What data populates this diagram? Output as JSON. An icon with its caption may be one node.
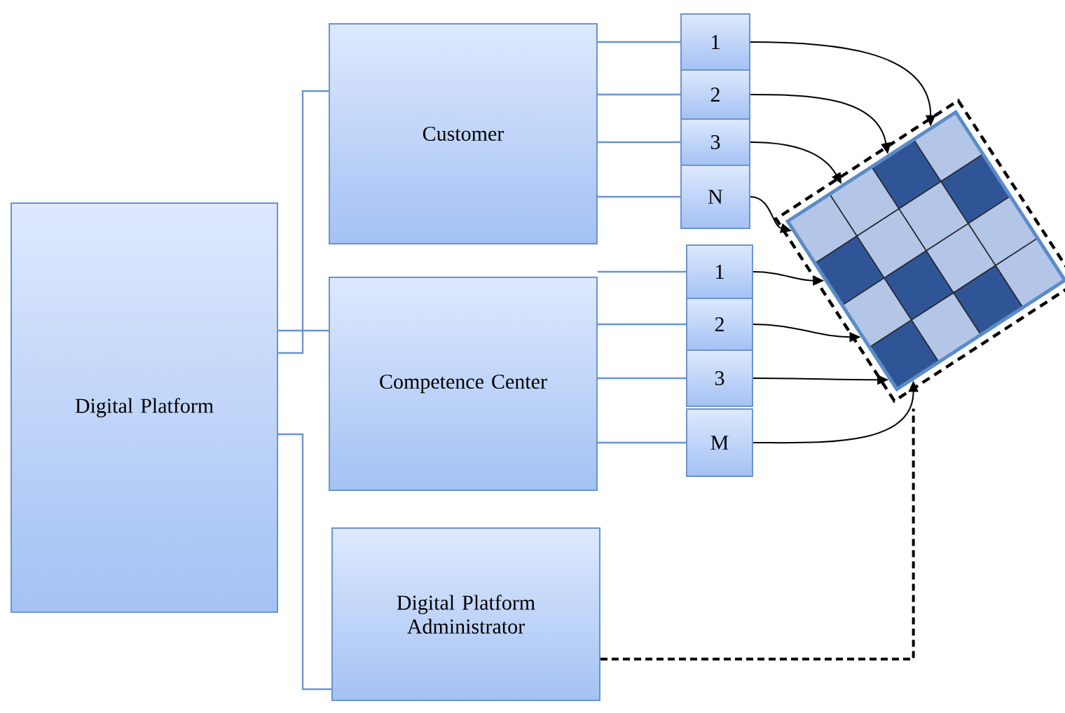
{
  "diagram": {
    "nodes": [
      {
        "text": [
          "Digital Platform"
        ]
      },
      {
        "text": [
          "Customer"
        ]
      },
      {
        "text": [
          "Competence Center"
        ]
      },
      {
        "text": [
          "Digital Platform Administrator"
        ]
      },
      {
        "text": [
          "1"
        ]
      },
      {
        "text": [
          "2"
        ]
      },
      {
        "text": [
          "3"
        ]
      },
      {
        "text": [
          "N"
        ]
      },
      {
        "text": [
          "1"
        ]
      },
      {
        "text": [
          "2"
        ]
      },
      {
        "text": [
          "3"
        ]
      },
      {
        "text": [
          "M"
        ]
      },
      {
        "text": [],
        "shape": "grid"
      }
    ],
    "edges": [
      {
        "from": 0,
        "to": 1,
        "arrow": "none"
      },
      {
        "from": 0,
        "to": 2,
        "arrow": "none"
      },
      {
        "from": 0,
        "to": 3,
        "arrow": "none"
      },
      {
        "from": 1,
        "to": 4,
        "arrow": "none"
      },
      {
        "from": 1,
        "to": 5,
        "arrow": "none"
      },
      {
        "from": 1,
        "to": 6,
        "arrow": "none"
      },
      {
        "from": 1,
        "to": 7,
        "arrow": "none"
      },
      {
        "from": 2,
        "to": 8,
        "arrow": "none"
      },
      {
        "from": 2,
        "to": 9,
        "arrow": "none"
      },
      {
        "from": 2,
        "to": 10,
        "arrow": "none"
      },
      {
        "from": 2,
        "to": 11,
        "arrow": "none"
      },
      {
        "from": 4,
        "to": 12,
        "arrow": "to",
        "color": "#000000"
      },
      {
        "from": 5,
        "to": 12,
        "arrow": "to",
        "color": "#000000"
      },
      {
        "from": 6,
        "to": 12,
        "arrow": "to",
        "color": "#000000"
      },
      {
        "from": 7,
        "to": 12,
        "arrow": "to",
        "color": "#000000"
      },
      {
        "from": 8,
        "to": 12,
        "arrow": "to",
        "color": "#000000"
      },
      {
        "from": 9,
        "to": 12,
        "arrow": "to",
        "color": "#000000"
      },
      {
        "from": 10,
        "to": 12,
        "arrow": "to",
        "color": "#000000"
      },
      {
        "from": 11,
        "to": 12,
        "arrow": "to",
        "color": "#000000"
      },
      {
        "from": 3,
        "to": 12,
        "arrow": "none",
        "style": "dashed",
        "color": "#000000"
      }
    ]
  }
}
